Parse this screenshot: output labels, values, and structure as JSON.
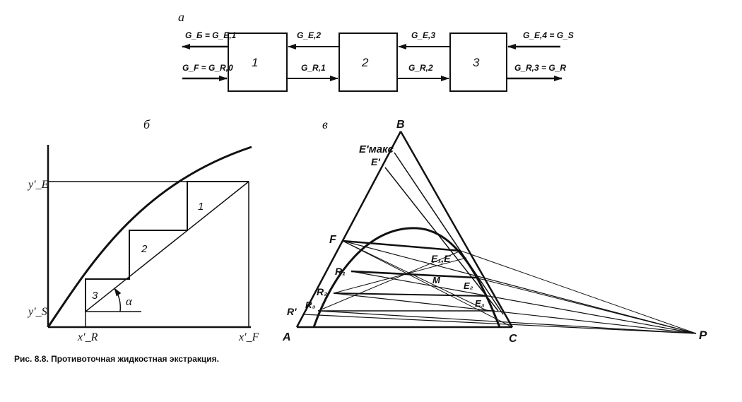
{
  "caption": "Рис. 8.8. Противоточная жидкостная экстракция.",
  "panel_a": {
    "label": "а",
    "stages": [
      "1",
      "2",
      "3"
    ],
    "flows": {
      "g_b_out": "G_Б = G_E,1",
      "g_e2": "G_E,2",
      "g_e3": "G_E,3",
      "g_e4_in": "G_E,4 = G_S",
      "g_f_in": "G_F = G_R,0",
      "g_r1": "G_R,1",
      "g_r2": "G_R,2",
      "g_r3_out": "G_R,3 = G_R"
    }
  },
  "panel_b": {
    "label": "б",
    "y_labels": [
      "y′_E",
      "y′_S"
    ],
    "x_labels": [
      "x′_R",
      "x′_F"
    ],
    "stage_labels": [
      "1",
      "2",
      "3"
    ],
    "angle_label": "α"
  },
  "panel_c": {
    "label": "в",
    "vertices": [
      "A",
      "B",
      "C"
    ],
    "points": [
      "E′макс",
      "E′",
      "F",
      "R₁",
      "R₂",
      "R₃",
      "R′",
      "E₁,E",
      "M",
      "E₂",
      "E₃",
      "P"
    ]
  }
}
